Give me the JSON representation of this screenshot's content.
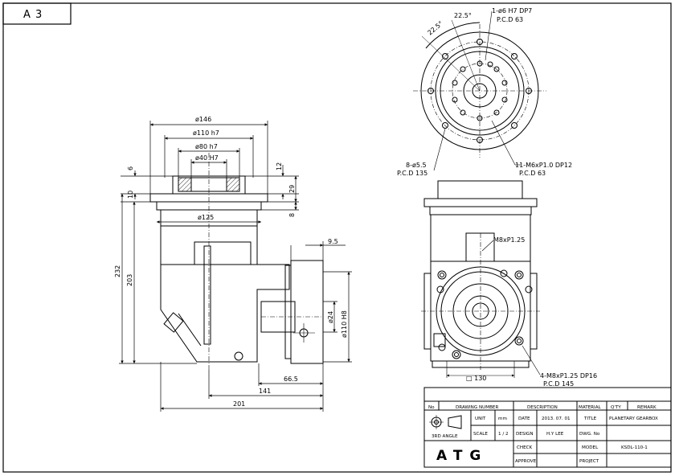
{
  "sheet": {
    "size_label": "A 3"
  },
  "dimensions": {
    "d146": "ø146",
    "d110h7": "ø110 h7",
    "d80h7": "ø80 h7",
    "d40H7": "ø40 H7",
    "d125": "ø125",
    "v6": "6",
    "v10": "10",
    "v12": "12",
    "v29": "29",
    "v8": "8",
    "v232": "232",
    "v203": "203",
    "v9_5": "9.5",
    "d24": "ø24",
    "d110H8": "ø110 H8",
    "v66_5": "66.5",
    "v141": "141",
    "v201": "201",
    "angle1": "22.5°",
    "angle2": "22.5°",
    "hole1": "1-ø6 H7 DP7",
    "hole1_pcd": "P.C.D 63",
    "hole2": "8-ø5.5",
    "hole2_pcd": "P.C.D 135",
    "hole3": "11-M6xP1.0 DP12",
    "hole3_pcd": "P.C.D 63",
    "thread1": "M8xP1.25",
    "hole4": "4-M8xP1.25 DP16",
    "hole4_pcd": "P.C.D 145",
    "sq130": "□ 130"
  },
  "title_block": {
    "headers": {
      "no": "No",
      "drawing_number": "DRAWING NUMBER",
      "description": "DESCRIPTION",
      "material": "MATERIAL",
      "qty": "Q'TY",
      "remark": "REMARK"
    },
    "unit_label": "UNIT",
    "unit_value": "mm",
    "scale_label": "SCALE",
    "scale_value": "1 / 2",
    "projection": "3RD ANGLE",
    "date_label": "DATE",
    "date_value": "2013. 07. 01",
    "design_label": "DESIGN",
    "design_value": "H.Y LEE",
    "check_label": "CHECK",
    "approve_label": "APPROVE",
    "title_label": "TITLE",
    "title_value": "PLANETARY GEARBOX",
    "dwg_no_label": "DWG. No",
    "model_label": "MODEL",
    "model_value": "KSDL-110-1",
    "project_label": "PROJECT",
    "logo": "ATG"
  }
}
